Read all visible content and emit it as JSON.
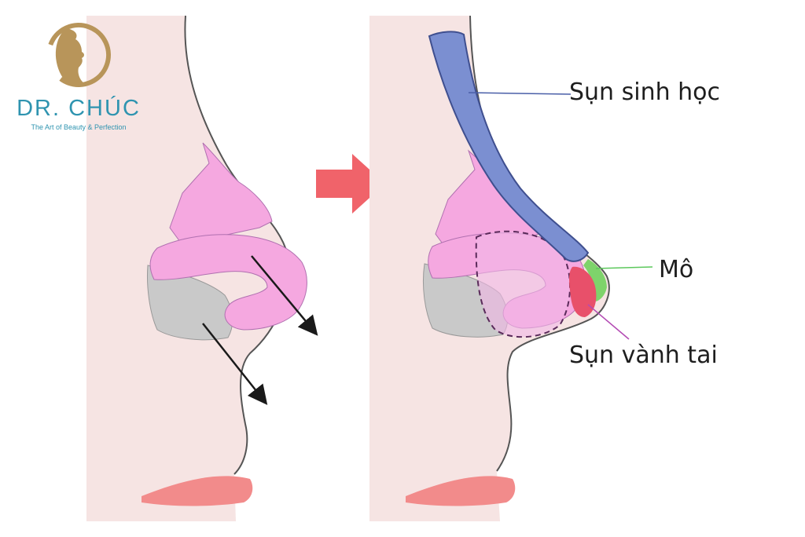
{
  "brand": {
    "name": "DR. CHÚC",
    "tagline": "The Art of Beauty & Perfection"
  },
  "labels": {
    "bio_cartilage": "Sụn sinh học",
    "tissue": "Mô",
    "ear_cartilage": "Sụn vành tai"
  },
  "colors": {
    "logo_gold": "#b8955a",
    "brand_teal": "#2f94b0",
    "skin_shade": "#f6e4e3",
    "soft_pink": "#f5a8e0",
    "gray_cartilage": "#c9c9c9",
    "bio_cartilage_blue": "#7b8fd1",
    "ear_cartilage_red": "#e8506a",
    "tissue_green": "#7ed36b",
    "arrow_red": "#f0636a",
    "lip_red": "#f28b8b"
  }
}
